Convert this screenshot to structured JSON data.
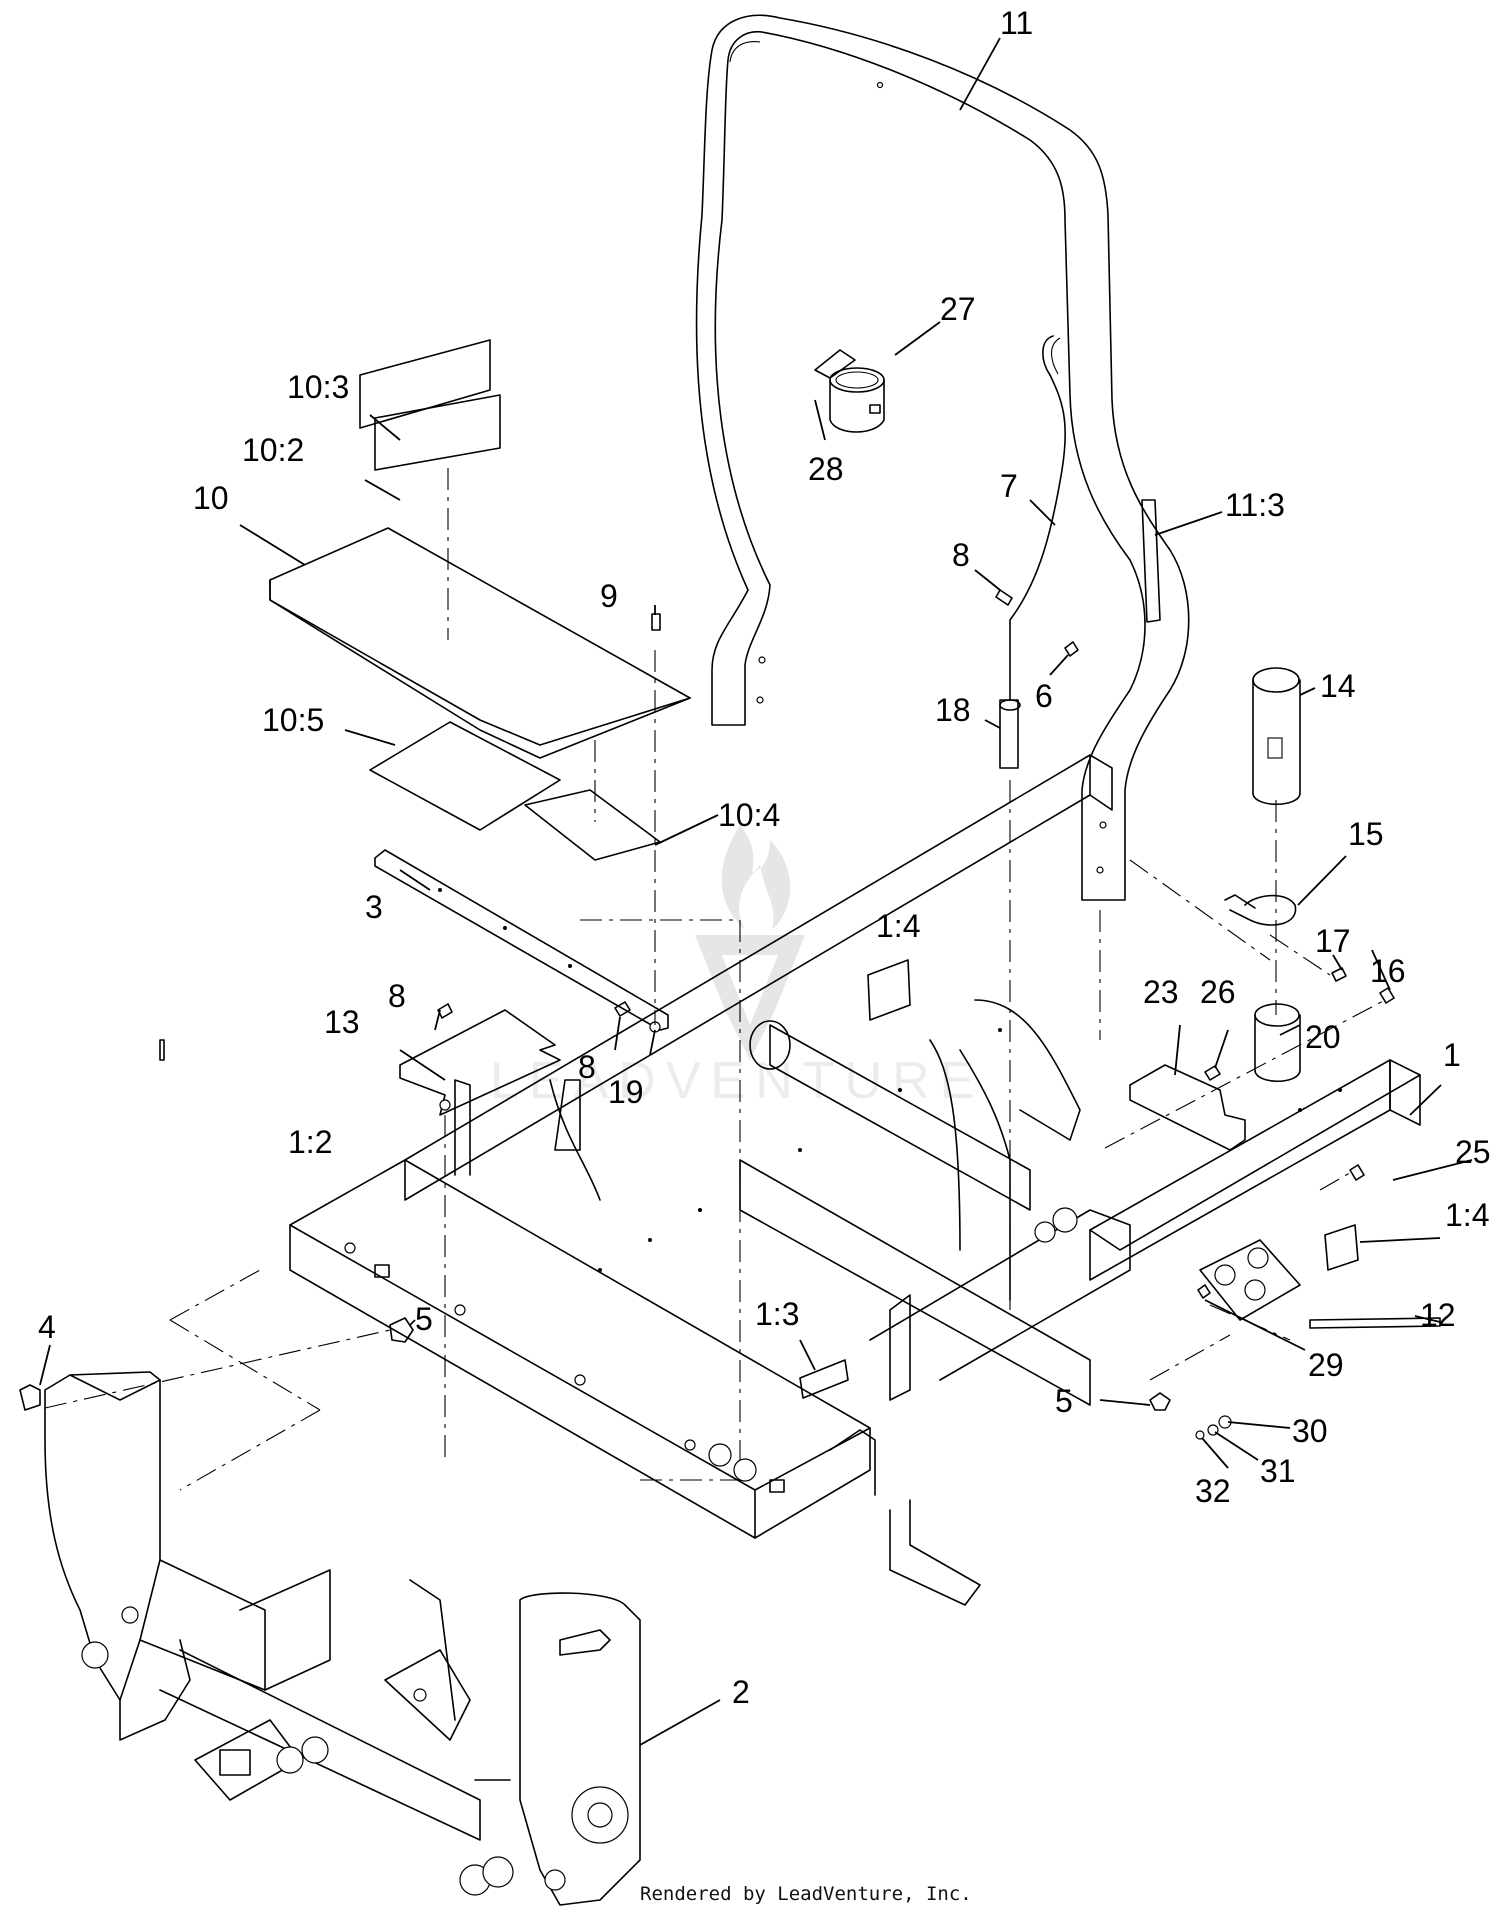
{
  "callouts": [
    {
      "id": "11",
      "text": "11"
    },
    {
      "id": "27",
      "text": "27"
    },
    {
      "id": "28",
      "text": "28"
    },
    {
      "id": "10_3",
      "text": "10:3"
    },
    {
      "id": "10_2",
      "text": "10:2"
    },
    {
      "id": "10",
      "text": "10"
    },
    {
      "id": "9",
      "text": "9"
    },
    {
      "id": "10_5",
      "text": "10:5"
    },
    {
      "id": "10_4",
      "text": "10:4"
    },
    {
      "id": "3",
      "text": "3"
    },
    {
      "id": "7",
      "text": "7"
    },
    {
      "id": "11_3",
      "text": "11:3"
    },
    {
      "id": "8a",
      "text": "8"
    },
    {
      "id": "6",
      "text": "6"
    },
    {
      "id": "18",
      "text": "18"
    },
    {
      "id": "14",
      "text": "14"
    },
    {
      "id": "15",
      "text": "15"
    },
    {
      "id": "17",
      "text": "17"
    },
    {
      "id": "16",
      "text": "16"
    },
    {
      "id": "1_4a",
      "text": "1:4"
    },
    {
      "id": "23",
      "text": "23"
    },
    {
      "id": "26",
      "text": "26"
    },
    {
      "id": "20",
      "text": "20"
    },
    {
      "id": "8b",
      "text": "8"
    },
    {
      "id": "13",
      "text": "13"
    },
    {
      "id": "8c",
      "text": "8"
    },
    {
      "id": "19",
      "text": "19"
    },
    {
      "id": "1",
      "text": "1"
    },
    {
      "id": "25",
      "text": "25"
    },
    {
      "id": "1_2",
      "text": "1:2"
    },
    {
      "id": "1_4b",
      "text": "1:4"
    },
    {
      "id": "4",
      "text": "4"
    },
    {
      "id": "5a",
      "text": "5"
    },
    {
      "id": "1_3",
      "text": "1:3"
    },
    {
      "id": "12",
      "text": "12"
    },
    {
      "id": "29",
      "text": "29"
    },
    {
      "id": "5b",
      "text": "5"
    },
    {
      "id": "30",
      "text": "30"
    },
    {
      "id": "31",
      "text": "31"
    },
    {
      "id": "32",
      "text": "32"
    },
    {
      "id": "2",
      "text": "2"
    }
  ],
  "footer": "Rendered by LeadVenture, Inc.",
  "watermark": "LEADVENTURE"
}
